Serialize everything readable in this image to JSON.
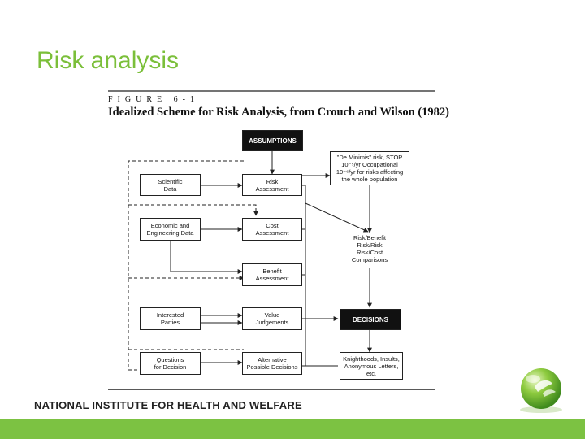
{
  "slide": {
    "title": "Risk analysis",
    "footer": "NATIONAL INSTITUTE FOR HEALTH AND WELFARE",
    "colors": {
      "title": "#7bbf3a",
      "bar": "#7cc242"
    },
    "logo_icon": "green-globe-leaf-logo"
  },
  "figure": {
    "label": "FIGURE 6-1",
    "caption": "Idealized Scheme for Risk Analysis, from Crouch and Wilson (1982)",
    "nodes": {
      "assumptions": "ASSUMPTIONS",
      "de_minimis": "\"De Minimis\" risk, STOP\n10⁻⁵/yr Occupational\n10⁻⁶/yr for risks affecting\nthe whole population",
      "scientific_data": "Scientific\nData",
      "risk_assessment": "Risk\nAssessment",
      "economic_data": "Economic and\nEngineering Data",
      "cost_assessment": "Cost\nAssessment",
      "risk_benefit": "Risk/Benefit\nRisk/Risk\nRisk/Cost\nComparisons",
      "benefit_assessment": "Benefit\nAssessment",
      "interested_parties": "Interested\nParties",
      "value_judgements": "Value\nJudgements",
      "decisions": "DECISIONS",
      "questions": "Questions\nfor Decision",
      "alternatives": "Alternative\nPossible Decisions",
      "knighthoods": "Knighthoods, Insults,\nAnonymous Letters,\netc."
    }
  }
}
